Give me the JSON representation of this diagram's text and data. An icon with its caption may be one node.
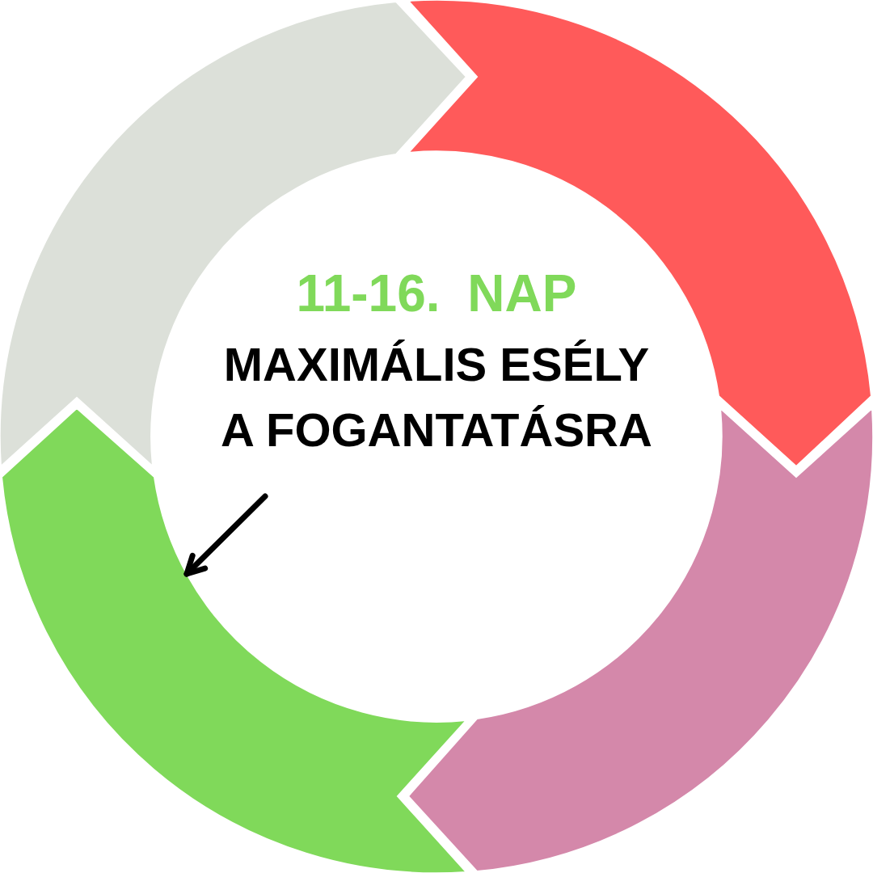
{
  "diagram": {
    "nodes": [
      {
        "text": [],
        "shape": "arrow"
      },
      {
        "text": [],
        "shape": "arrow"
      },
      {
        "text": [
          "11-16. NAP",
          "MAXIMÁLIS ESÉLY A FOGANTATÁSRA"
        ]
      },
      {
        "text": [],
        "shape": "arrow"
      },
      {
        "text": [],
        "shape": "arrow"
      }
    ],
    "edges": [
      {
        "from": null,
        "to": 3,
        "arrow": "to"
      }
    ]
  }
}
